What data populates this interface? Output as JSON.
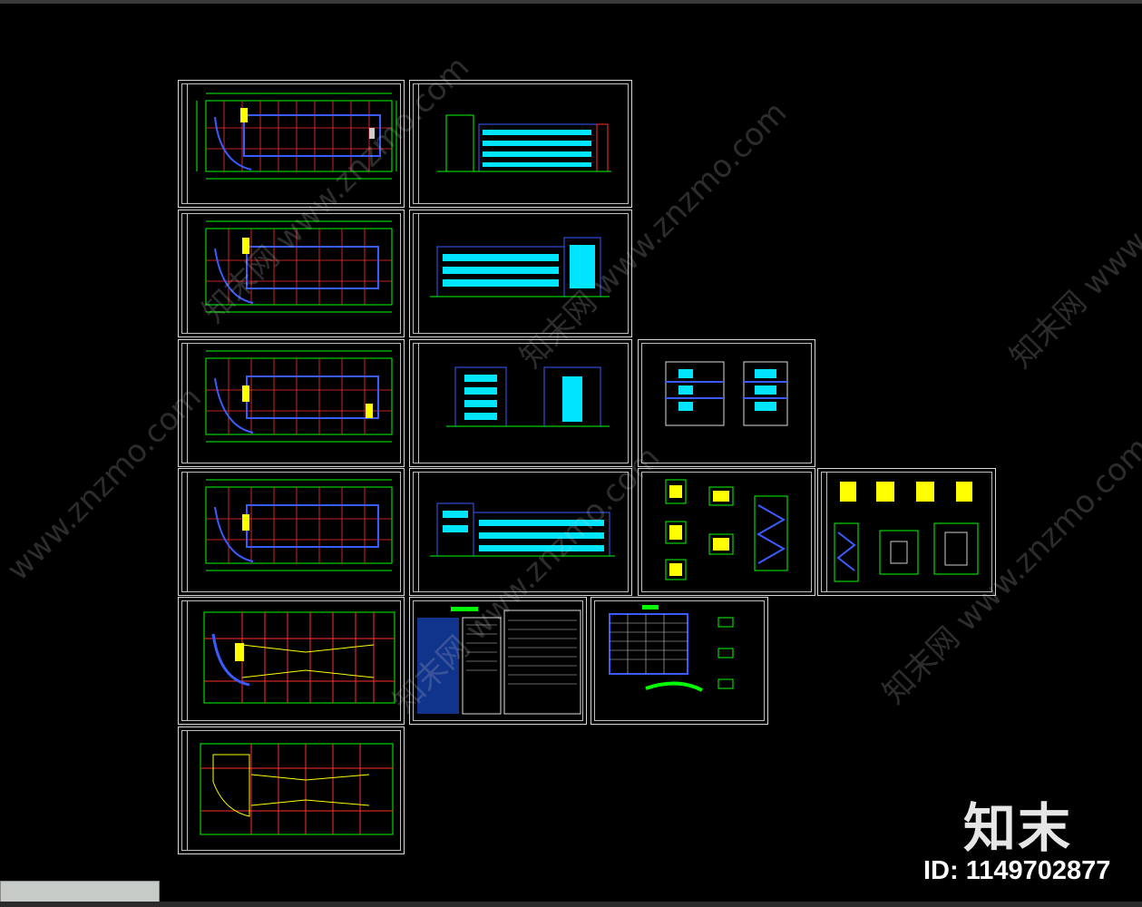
{
  "watermark": {
    "site": "www.znzmo.com",
    "brand_cn": "知末网"
  },
  "brand": {
    "logo_text": "知末",
    "id_text": "ID: 1149702877"
  },
  "colors": {
    "background": "#000000",
    "frame": "#d8d8d8",
    "grid": "#00ff00",
    "axis": "#ff3030",
    "wall": "#3a5cff",
    "glazing": "#00e5ff",
    "accent": "#ffff00"
  },
  "sheets": [
    {
      "id": "plan-1",
      "kind": "floor-plan"
    },
    {
      "id": "elev-front",
      "kind": "elevation"
    },
    {
      "id": "plan-2",
      "kind": "floor-plan"
    },
    {
      "id": "elev-rear",
      "kind": "elevation"
    },
    {
      "id": "plan-3",
      "kind": "floor-plan"
    },
    {
      "id": "elev-sides",
      "kind": "elevation"
    },
    {
      "id": "sections",
      "kind": "section"
    },
    {
      "id": "plan-4",
      "kind": "floor-plan"
    },
    {
      "id": "elev-court",
      "kind": "elevation"
    },
    {
      "id": "stair-details-a",
      "kind": "detail"
    },
    {
      "id": "stair-details-b",
      "kind": "detail"
    },
    {
      "id": "roof-plan",
      "kind": "roof-plan"
    },
    {
      "id": "notes",
      "kind": "notes"
    },
    {
      "id": "door-window-schedule",
      "kind": "schedule"
    },
    {
      "id": "roof-framing",
      "kind": "roof-plan"
    }
  ]
}
